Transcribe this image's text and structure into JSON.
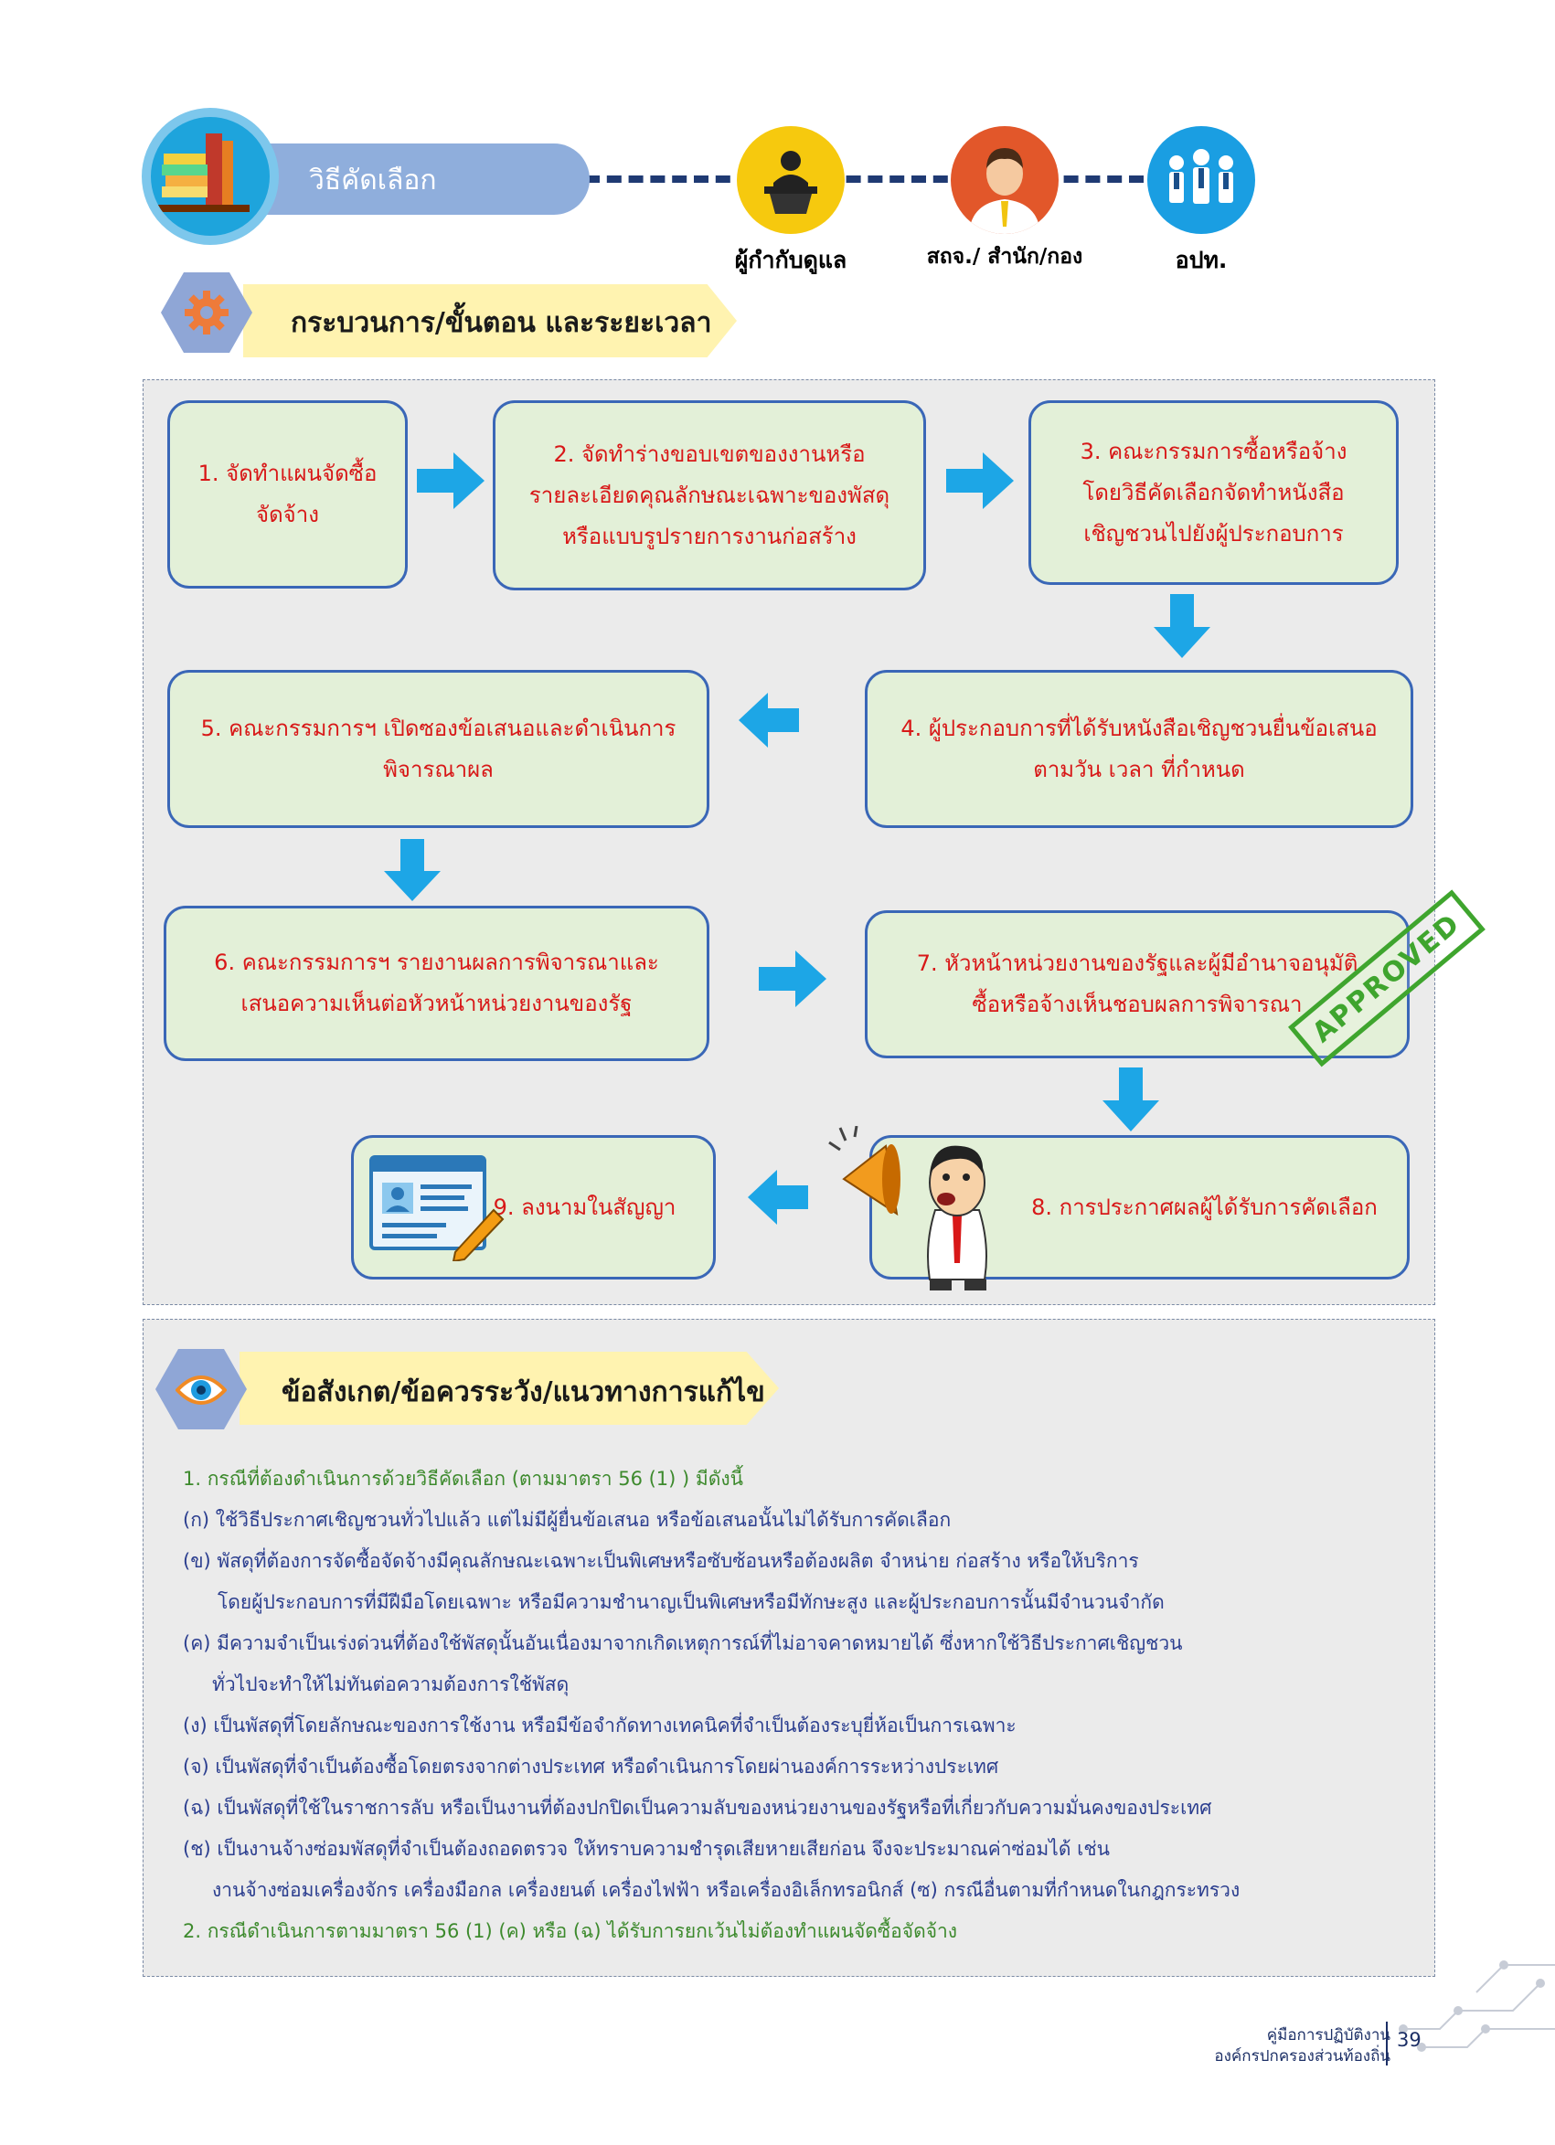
{
  "header": {
    "method_title": "วิธีคัดเลือก",
    "roles": [
      {
        "label": "ผู้กำกับดูแล",
        "icon": "podium-speaker-icon"
      },
      {
        "label": "สถจ./ สำนัก/กอง",
        "icon": "officer-avatar-icon"
      },
      {
        "label": "อปท.",
        "icon": "people-group-icon"
      }
    ]
  },
  "process": {
    "section_title": "กระบวนการ/ขั้นตอน และระยะเวลา",
    "steps": [
      {
        "lines": [
          "1. จัดทำแผนจัดซื้อ",
          "จัดจ้าง"
        ]
      },
      {
        "lines": [
          "2. จัดทำร่างขอบเขตของงานหรือ",
          "รายละเอียดคุณลักษณะเฉพาะของพัสดุ",
          "หรือแบบรูปรายการงานก่อสร้าง"
        ]
      },
      {
        "lines": [
          "3. คณะกรรมการซื้อหรือจ้าง",
          "โดยวิธีคัดเลือกจัดทำหนังสือ",
          "เชิญชวนไปยังผู้ประกอบการ"
        ]
      },
      {
        "lines": [
          "4. ผู้ประกอบการที่ได้รับหนังสือเชิญชวนยื่นข้อเสนอ",
          "ตามวัน เวลา ที่กำหนด"
        ]
      },
      {
        "lines": [
          "5. คณะกรรมการฯ เปิดซองข้อเสนอและดำเนินการ",
          "พิจารณาผล"
        ]
      },
      {
        "lines": [
          "6. คณะกรรมการฯ รายงานผลการพิจารณาและ",
          "เสนอความเห็นต่อหัวหน้าหน่วยงานของรัฐ"
        ]
      },
      {
        "lines": [
          "7. หัวหน้าหน่วยงานของรัฐและผู้มีอำนาจอนุมัติ",
          "ซื้อหรือจ้างเห็นชอบผลการพิจารณา"
        ]
      },
      {
        "lines": [
          "8. การประกาศผลผู้ได้รับการคัดเลือก"
        ]
      },
      {
        "lines": [
          "9. ลงนามในสัญญา"
        ]
      }
    ],
    "stamp_text": "APPROVED"
  },
  "notes": {
    "section_title": "ข้อสังเกต/ข้อควรระวัง/แนวทางการแก้ไข",
    "lines": [
      "1. กรณีที่ต้องดำเนินการด้วยวิธีคัดเลือก (ตามมาตรา 56 (1) ) มีดังนี้",
      "(ก) ใช้วิธีประกาศเชิญชวนทั่วไปแล้ว แต่ไม่มีผู้ยื่นข้อเสนอ หรือข้อเสนอนั้นไม่ได้รับการคัดเลือก",
      "(ข) พัสดุที่ต้องการจัดซื้อจัดจ้างมีคุณลักษณะเฉพาะเป็นพิเศษหรือซับซ้อนหรือต้องผลิต จำหน่าย ก่อสร้าง หรือให้บริการ",
      "โดยผู้ประกอบการที่มีฝีมือโดยเฉพาะ หรือมีความชำนาญเป็นพิเศษหรือมีทักษะสูง และผู้ประกอบการนั้นมีจำนวนจำกัด",
      "(ค) มีความจำเป็นเร่งด่วนที่ต้องใช้พัสดุนั้นอันเนื่องมาจากเกิดเหตุการณ์ที่ไม่อาจคาดหมายได้ ซึ่งหากใช้วิธีประกาศเชิญชวน",
      "ทั่วไปจะทำให้ไม่ทันต่อความต้องการใช้พัสดุ",
      "(ง) เป็นพัสดุที่โดยลักษณะของการใช้งาน หรือมีข้อจำกัดทางเทคนิคที่จำเป็นต้องระบุยี่ห้อเป็นการเฉพาะ",
      "(จ) เป็นพัสดุที่จำเป็นต้องซื้อโดยตรงจากต่างประเทศ หรือดำเนินการโดยผ่านองค์การระหว่างประเทศ",
      "(ฉ) เป็นพัสดุที่ใช้ในราชการลับ หรือเป็นงานที่ต้องปกปิดเป็นความลับของหน่วยงานของรัฐหรือที่เกี่ยวกับความมั่นคงของประเทศ",
      "(ช) เป็นงานจ้างซ่อมพัสดุที่จำเป็นต้องถอดตรวจ ให้ทราบความชำรุดเสียหายเสียก่อน จึงจะประมาณค่าซ่อมได้ เช่น",
      "งานจ้างซ่อมเครื่องจักร เครื่องมือกล เครื่องยนต์ เครื่องไฟฟ้า หรือเครื่องอิเล็กทรอนิกส์   (ซ) กรณีอื่นตามที่กำหนดในกฎกระทรวง",
      "2. กรณีดำเนินการตามมาตรา 56 (1) (ค) หรือ (ฉ) ได้รับการยกเว้นไม่ต้องทำแผนจัดซื้อจัดจ้าง"
    ]
  },
  "footer": {
    "line1": "คู่มือการปฏิบัติงาน",
    "line2": "องค์กรปกครองส่วนท้องถิ่น",
    "page_number": "39"
  },
  "colors": {
    "accent_blue": "#1ea4dc",
    "step_border": "#3a67b7",
    "step_fill": "#e3f0d8",
    "step_text": "#d81818",
    "arrow": "#1da6e6",
    "note_blue": "#2b3e8f",
    "note_green": "#3d8a2d"
  }
}
